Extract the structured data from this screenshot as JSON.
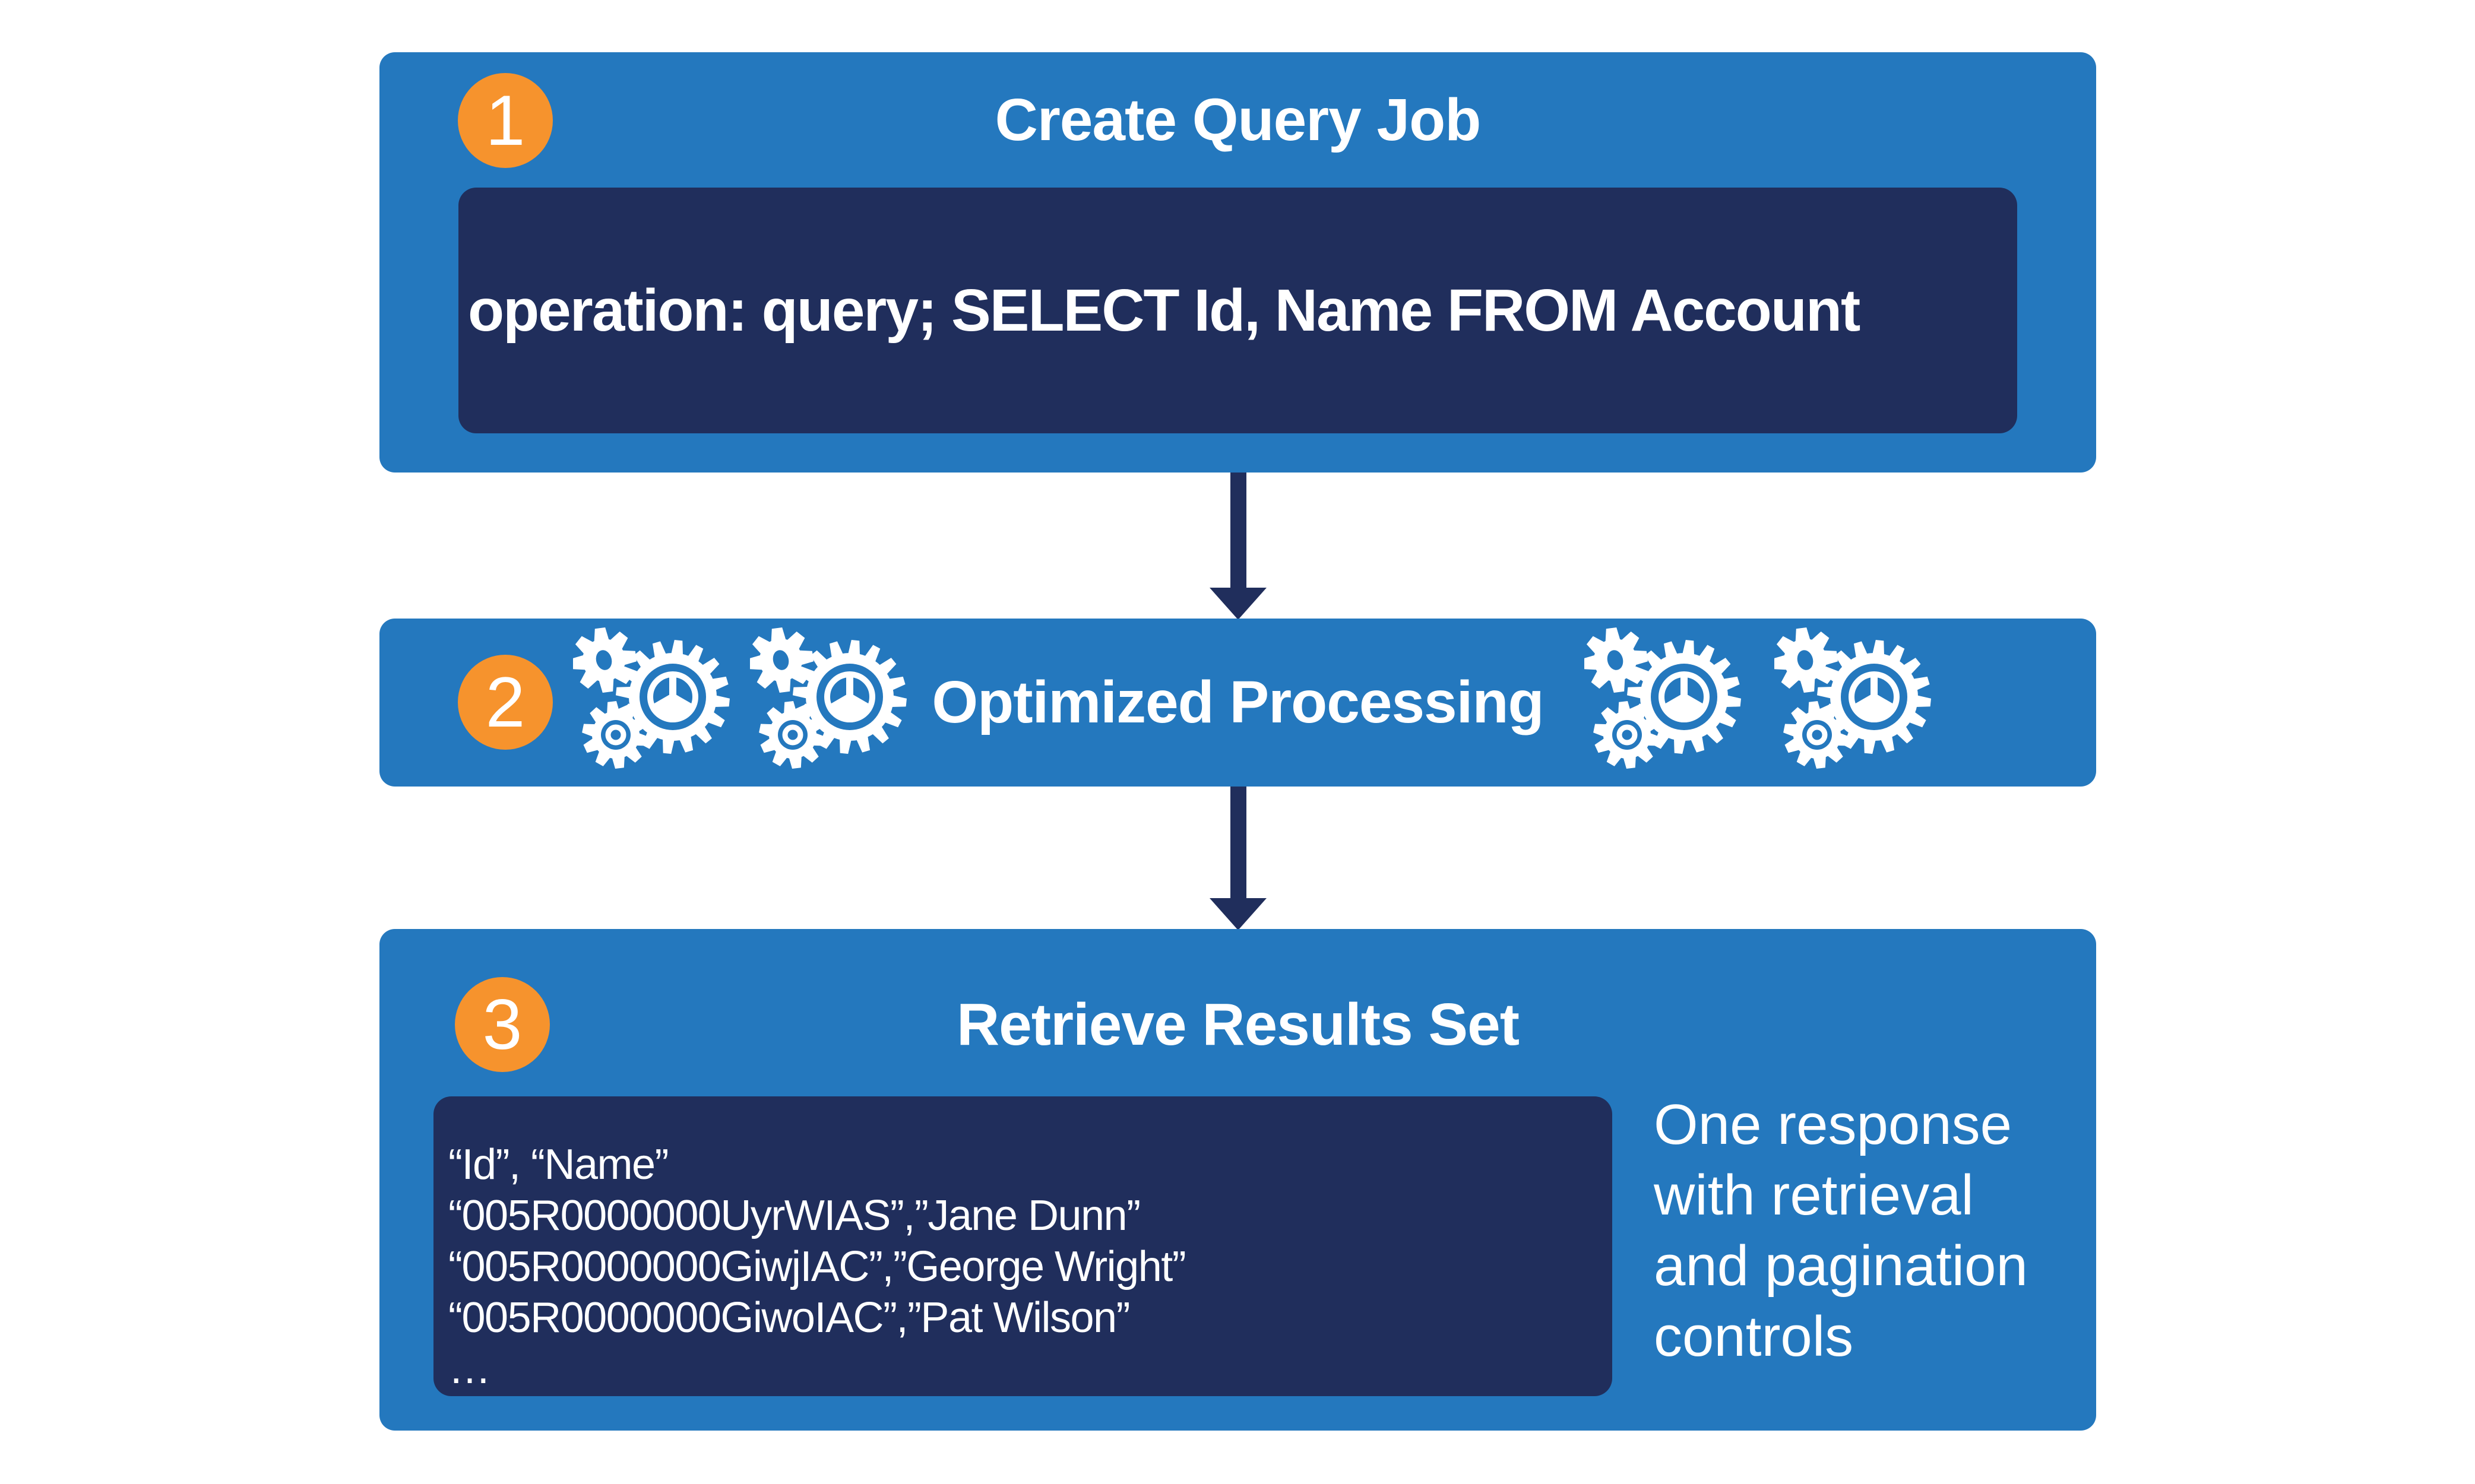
{
  "colors": {
    "background": "#FFFFFF",
    "box_blue": "#2478BE",
    "panel_navy": "#202E5C",
    "badge_orange": "#F6932D",
    "text_white": "#FFFFFF"
  },
  "steps": [
    {
      "number": "1",
      "title": "Create Query Job",
      "query": "operation: query; SELECT Id, Name FROM Account"
    },
    {
      "number": "2",
      "title": "Optimized Processing",
      "icons": [
        "gears",
        "gears",
        "gears",
        "gears"
      ]
    },
    {
      "number": "3",
      "title": "Retrieve Results Set",
      "results": {
        "lines": [
          "“Id”, “Name”",
          "“005R0000000UyrWIAS”,”Jane Dunn”",
          "“005R0000000GiwjIAC”,”George Wright”",
          "“005R0000000GiwoIAC”,”Pat Wilson”",
          "…"
        ]
      },
      "side_note": {
        "lines": [
          "One response",
          "with retrieval",
          "and pagination",
          "controls"
        ]
      }
    }
  ]
}
